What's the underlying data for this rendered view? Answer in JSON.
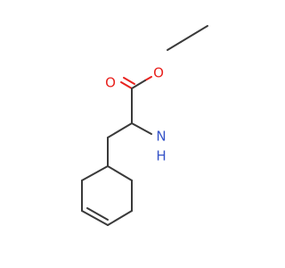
{
  "molecule": {
    "atoms": {
      "carbonyl_oxygen": "O",
      "ester_oxygen": "O",
      "amine_nitrogen": "N",
      "amine_hydrogen": "H"
    },
    "colors": {
      "bond": "#3a3a3a",
      "oxygen": "#e8221e",
      "nitrogen": "#3553c8",
      "background": "#ffffff"
    }
  }
}
